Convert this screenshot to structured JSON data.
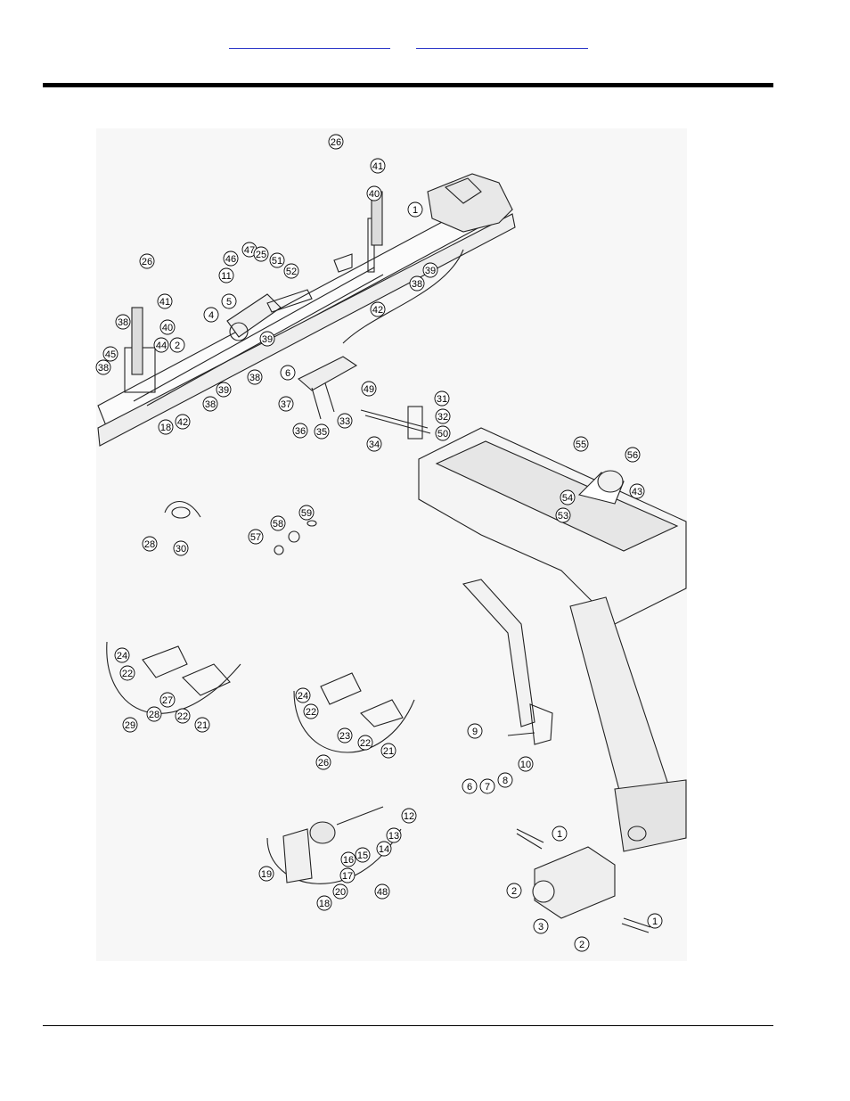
{
  "header": {
    "link_left": "",
    "link_right": ""
  },
  "diagram": {
    "callouts": [
      "26",
      "41",
      "40",
      "1",
      "39",
      "38",
      "42",
      "47",
      "46",
      "25",
      "51",
      "52",
      "11",
      "5",
      "4",
      "26",
      "41",
      "38",
      "40",
      "45",
      "44",
      "2",
      "38",
      "18",
      "42",
      "38",
      "39",
      "39",
      "38",
      "6",
      "37",
      "36",
      "35",
      "33",
      "49",
      "31",
      "32",
      "34",
      "50",
      "55",
      "56",
      "43",
      "54",
      "53",
      "28",
      "30",
      "57",
      "58",
      "59",
      "24",
      "22",
      "27",
      "28",
      "22",
      "21",
      "29",
      "24",
      "22",
      "23",
      "22",
      "21",
      "26",
      "9",
      "6",
      "7",
      "8",
      "10",
      "12",
      "13",
      "14",
      "15",
      "16",
      "17",
      "19",
      "20",
      "18",
      "48",
      "1",
      "2",
      "3",
      "2",
      "1"
    ]
  }
}
